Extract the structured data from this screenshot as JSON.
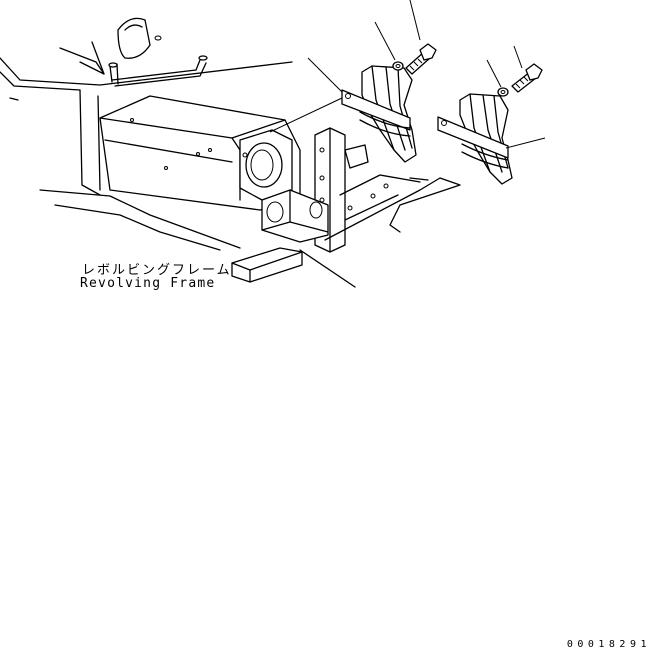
{
  "labels": {
    "part_jp": "レボルビングフレーム",
    "part_en": "Revolving Frame"
  },
  "drawing_number": "00018291"
}
